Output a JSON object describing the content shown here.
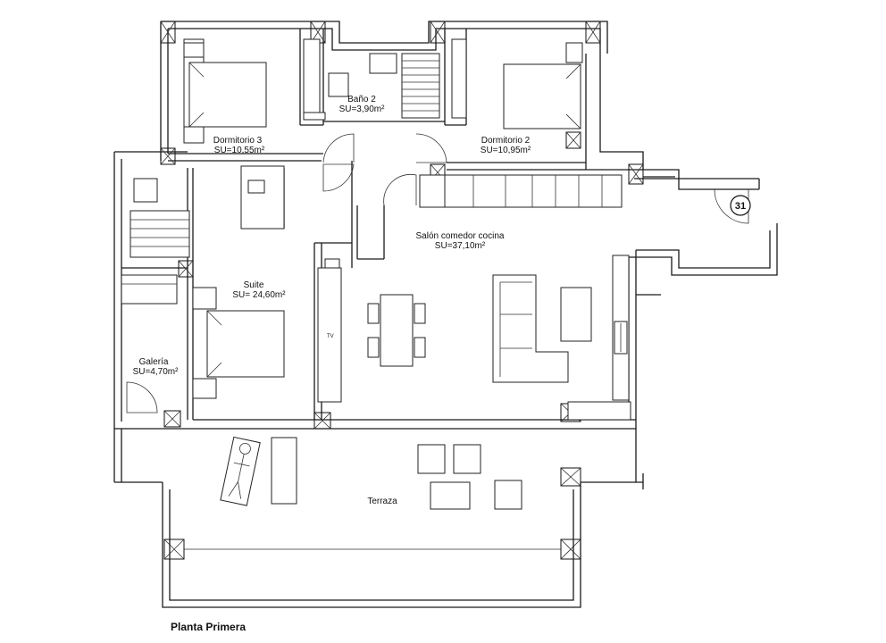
{
  "plan_title": "Planta Primera",
  "marker_number": "31",
  "tv_label": "TV",
  "rooms": [
    {
      "name": "Dormitorio 3",
      "area": "SU=10,55m²"
    },
    {
      "name": "Baño 2",
      "area": "SU=3,90m²"
    },
    {
      "name": "Dormitorio 2",
      "area": "SU=10,95m²"
    },
    {
      "name": "Salón comedor cocina",
      "area": "SU=37,10m²"
    },
    {
      "name": "Suite",
      "area": "SU= 24,60m²"
    },
    {
      "name": "Galería",
      "area": "SU=4,70m²"
    },
    {
      "name": "Terraza",
      "area": ""
    }
  ]
}
